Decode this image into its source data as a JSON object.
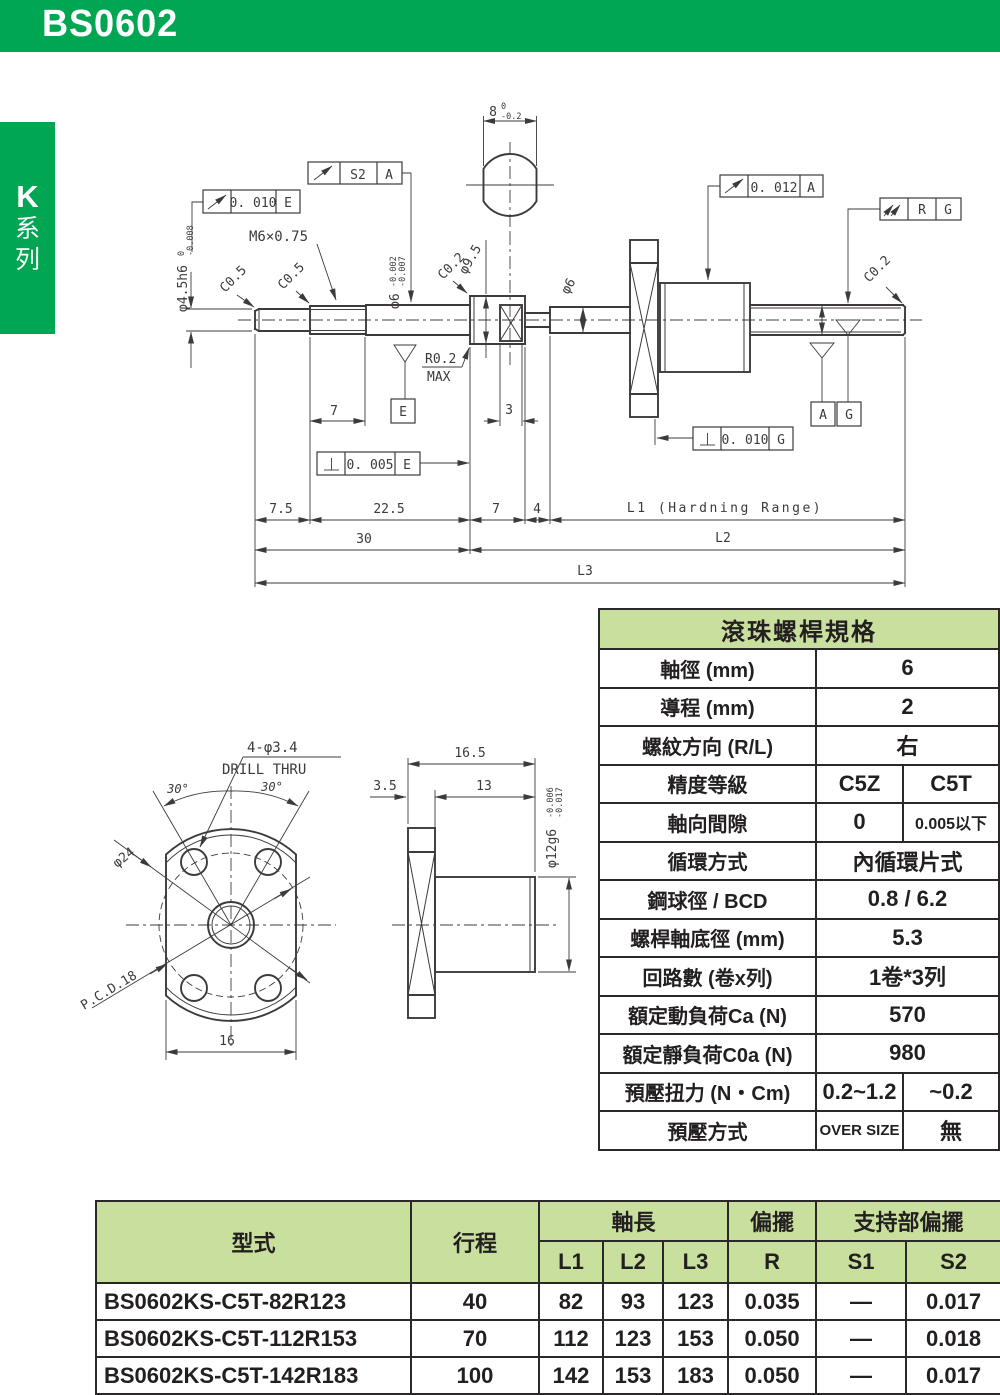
{
  "page": {
    "title": "BS0602",
    "series_tab": {
      "letter": "K",
      "label": "系列"
    }
  },
  "colors": {
    "brand_green": "#00a651",
    "table_header_green": "#c9df9e",
    "line": "#3e3a3b",
    "text": "#231f20"
  },
  "drawing": {
    "labels": {
      "s2": "S2",
      "s2_datum": "A",
      "runout1": "0. 010",
      "runout1_datum": "E",
      "runout2": "0. 012",
      "runout2_datum": "A",
      "rg_r": "R",
      "rg_g": "G",
      "perp1": "0. 005",
      "perp1_datum": "E",
      "perp2": "0. 010",
      "perp2_datum": "G",
      "datum_e": "E",
      "datum_a": "A",
      "datum_g": "G",
      "dia45": "φ4.5h6",
      "dia45_tol_u": "0",
      "dia45_tol_l": "-0.008",
      "m6": "M6×0.75",
      "c05_a": "C0.5",
      "c05_b": "C0.5",
      "dia6": "φ6",
      "dia6_tol_u": "-0.002",
      "dia6_tol_l": "-0.007",
      "c02_a": "C0.2",
      "dia95": "φ9.5",
      "dia6_b": "φ6",
      "r02": "R0.2",
      "r02_max": "MAX",
      "c02_b": "C0.2",
      "sec_w": "8",
      "sec_tol_u": "0",
      "sec_tol_l": "-0.2",
      "d75": "7.5",
      "d225": "22.5",
      "d7": "7",
      "d7b": "7",
      "d4": "4",
      "d3": "3",
      "d30": "30",
      "l1": "L1 (Hardning Range)",
      "l2": "L2",
      "l3": "L3",
      "holes": "4-φ3.4",
      "drill": "DRILL THRU",
      "ang_l": "30°",
      "ang_r": "30°",
      "dia24": "φ24",
      "pcd": "P.C.D.18",
      "w16": "16",
      "d165": "16.5",
      "d35": "3.5",
      "d13": "13",
      "dia12": "φ12g6",
      "dia12_tol_u": "-0.006",
      "dia12_tol_l": "-0.017"
    }
  },
  "spec_table": {
    "title": "滾珠螺桿規格",
    "rows": [
      {
        "label": "軸徑 (mm)",
        "value": "6"
      },
      {
        "label": "導程 (mm)",
        "value": "2"
      },
      {
        "label": "螺紋方向 (R/L)",
        "value": "右"
      },
      {
        "label": "精度等級",
        "value1": "C5Z",
        "value2": "C5T"
      },
      {
        "label": "軸向間隙",
        "value1": "0",
        "value2": "0.005以下"
      },
      {
        "label": "循環方式",
        "value": "內循環片式"
      },
      {
        "label": "鋼球徑 / BCD",
        "value": "0.8 / 6.2"
      },
      {
        "label": "螺桿軸底徑 (mm)",
        "value": "5.3"
      },
      {
        "label": "回路數 (卷x列)",
        "value": "1卷*3列"
      },
      {
        "label": "額定動負荷Ca (N)",
        "value": "570"
      },
      {
        "label": "額定靜負荷C0a (N)",
        "value": "980"
      },
      {
        "label": "預壓扭力 (N・Cm)",
        "value1": "0.2~1.2",
        "value2": "~0.2"
      },
      {
        "label": "預壓方式",
        "value1": "OVER SIZE",
        "value2": "無"
      }
    ]
  },
  "model_table": {
    "headers": {
      "model": "型式",
      "stroke": "行程",
      "axis_length": "軸長",
      "runout": "偏擺",
      "support_runout": "支持部偏擺"
    },
    "sub_headers": [
      "L1",
      "L2",
      "L3",
      "R",
      "S1",
      "S2"
    ],
    "rows": [
      {
        "model": "BS0602KS-C5T-82R123",
        "stroke": "40",
        "l1": "82",
        "l2": "93",
        "l3": "123",
        "r": "0.035",
        "s1": "—",
        "s2": "0.017"
      },
      {
        "model": "BS0602KS-C5T-112R153",
        "stroke": "70",
        "l1": "112",
        "l2": "123",
        "l3": "153",
        "r": "0.050",
        "s1": "—",
        "s2": "0.018"
      },
      {
        "model": "BS0602KS-C5T-142R183",
        "stroke": "100",
        "l1": "142",
        "l2": "153",
        "l3": "183",
        "r": "0.050",
        "s1": "—",
        "s2": "0.017"
      }
    ]
  }
}
